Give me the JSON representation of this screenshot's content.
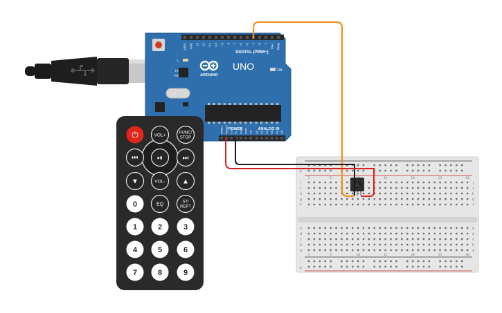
{
  "arduino": {
    "brand": "ARDUINO",
    "model": "UNO",
    "digital_header": "DIGITAL (PWM~)",
    "on_label": "ON",
    "power_header": "POWER",
    "analog_header": "ANALOG IN",
    "led_labels": [
      "L",
      "TX",
      "RX"
    ],
    "top_pins": [
      "AREF",
      "GND",
      "13",
      "12",
      "~11",
      "~10",
      "~9",
      "8",
      "7",
      "~6",
      "~5",
      "4",
      "~3",
      "2",
      "TX▸1",
      "RX◂0"
    ],
    "power_pins": [
      "IOREF",
      "RESET",
      "3.3V",
      "5V",
      "GND",
      "GND",
      "Vin"
    ],
    "analog_pins": [
      "A0",
      "A1",
      "A2",
      "A3",
      "A4",
      "A5"
    ]
  },
  "remote": {
    "row1": [
      "⏻",
      "VOL+",
      "FUNC/\nSTOP"
    ],
    "row2": [
      "⏮",
      "⏯",
      "⏭"
    ],
    "row3": [
      "▼",
      "VOL-",
      "▲"
    ],
    "row4": [
      "0",
      "EQ",
      "ST/\nREPT"
    ],
    "row5": [
      "1",
      "2",
      "3"
    ],
    "row6": [
      "4",
      "5",
      "6"
    ],
    "row7": [
      "7",
      "8",
      "9"
    ]
  },
  "breadboard": {
    "col_numbers": [
      "1",
      "5",
      "10",
      "15",
      "20",
      "25",
      "30"
    ],
    "row_letters_top": [
      "j",
      "i",
      "h",
      "g",
      "f"
    ],
    "row_letters_bottom": [
      "e",
      "d",
      "c",
      "b",
      "a"
    ],
    "rail_plus": "+",
    "rail_minus": "-"
  },
  "colors": {
    "board": "#2f6fae",
    "wire_signal": "#f0901e",
    "wire_power": "#d62020",
    "wire_ground": "#1a1a1a",
    "remote_body": "#2a2a2a",
    "power_button": "#e0261b"
  }
}
